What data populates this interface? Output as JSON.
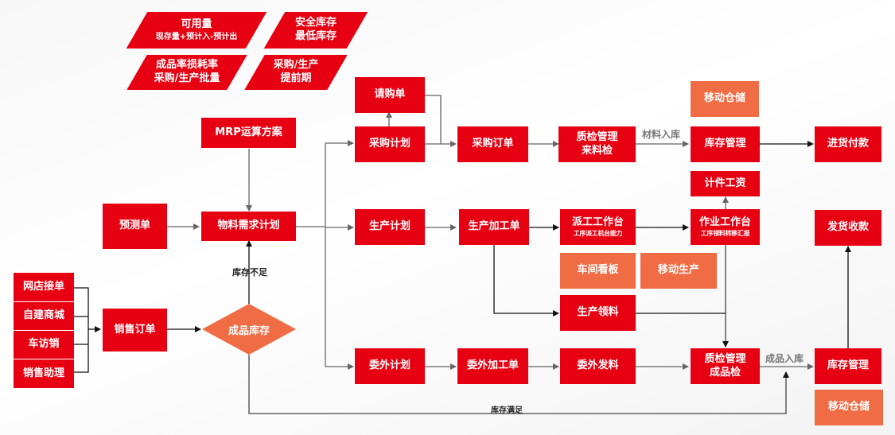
{
  "params": [
    {
      "title": "可用量",
      "sub": "现存量+预计入-预计出"
    },
    {
      "title": "安全库存",
      "sub": "最低库存"
    },
    {
      "title": "成品率损耗率",
      "sub": "采购/生产批量"
    },
    {
      "title": "采购/生产",
      "sub": "提前期"
    }
  ],
  "channels": [
    "网店接单",
    "自建商城",
    "车访销",
    "销售助理"
  ],
  "nodes": {
    "sales_order": "销售订单",
    "finished_stock": "成品库存",
    "forecast": "预测单",
    "mrp_scheme": "MRP运算方案",
    "mrp_plan": "物料需求计划",
    "requisition": "请购单",
    "purchase_plan": "采购计划",
    "purchase_order": "采购订单",
    "qc_incoming": {
      "title": "质检管理",
      "sub": "来料检"
    },
    "mobile_storage_top": "移动仓储",
    "inventory_top": "库存管理",
    "payment": "进货付款",
    "piece_wage": "计件工资",
    "production_plan": "生产计划",
    "production_order": "生产加工单",
    "dispatch": {
      "title": "派工工作台",
      "sub": "工序派工机台能力"
    },
    "operation": {
      "title": "作业工作台",
      "sub": "工序领料转移汇报"
    },
    "workshop_board": "车间看板",
    "mobile_production": "移动生产",
    "material_issue": "生产领料",
    "delivery": "发货收款",
    "outsource_plan": "委外计划",
    "outsource_order": "委外加工单",
    "outsource_issue": "委外发料",
    "qc_finished": {
      "title": "质检管理",
      "sub": "成品检"
    },
    "inventory_bottom": "库存管理",
    "mobile_storage_bottom": "移动仓储"
  },
  "edge_labels": {
    "stock_short": "库存不足",
    "stock_enough": "库存满足",
    "material_in": "材料入库",
    "finished_in": "成品入库"
  },
  "colors": {
    "primary": "#e60012",
    "secondary": "#ef6c45",
    "line": "#666666"
  }
}
